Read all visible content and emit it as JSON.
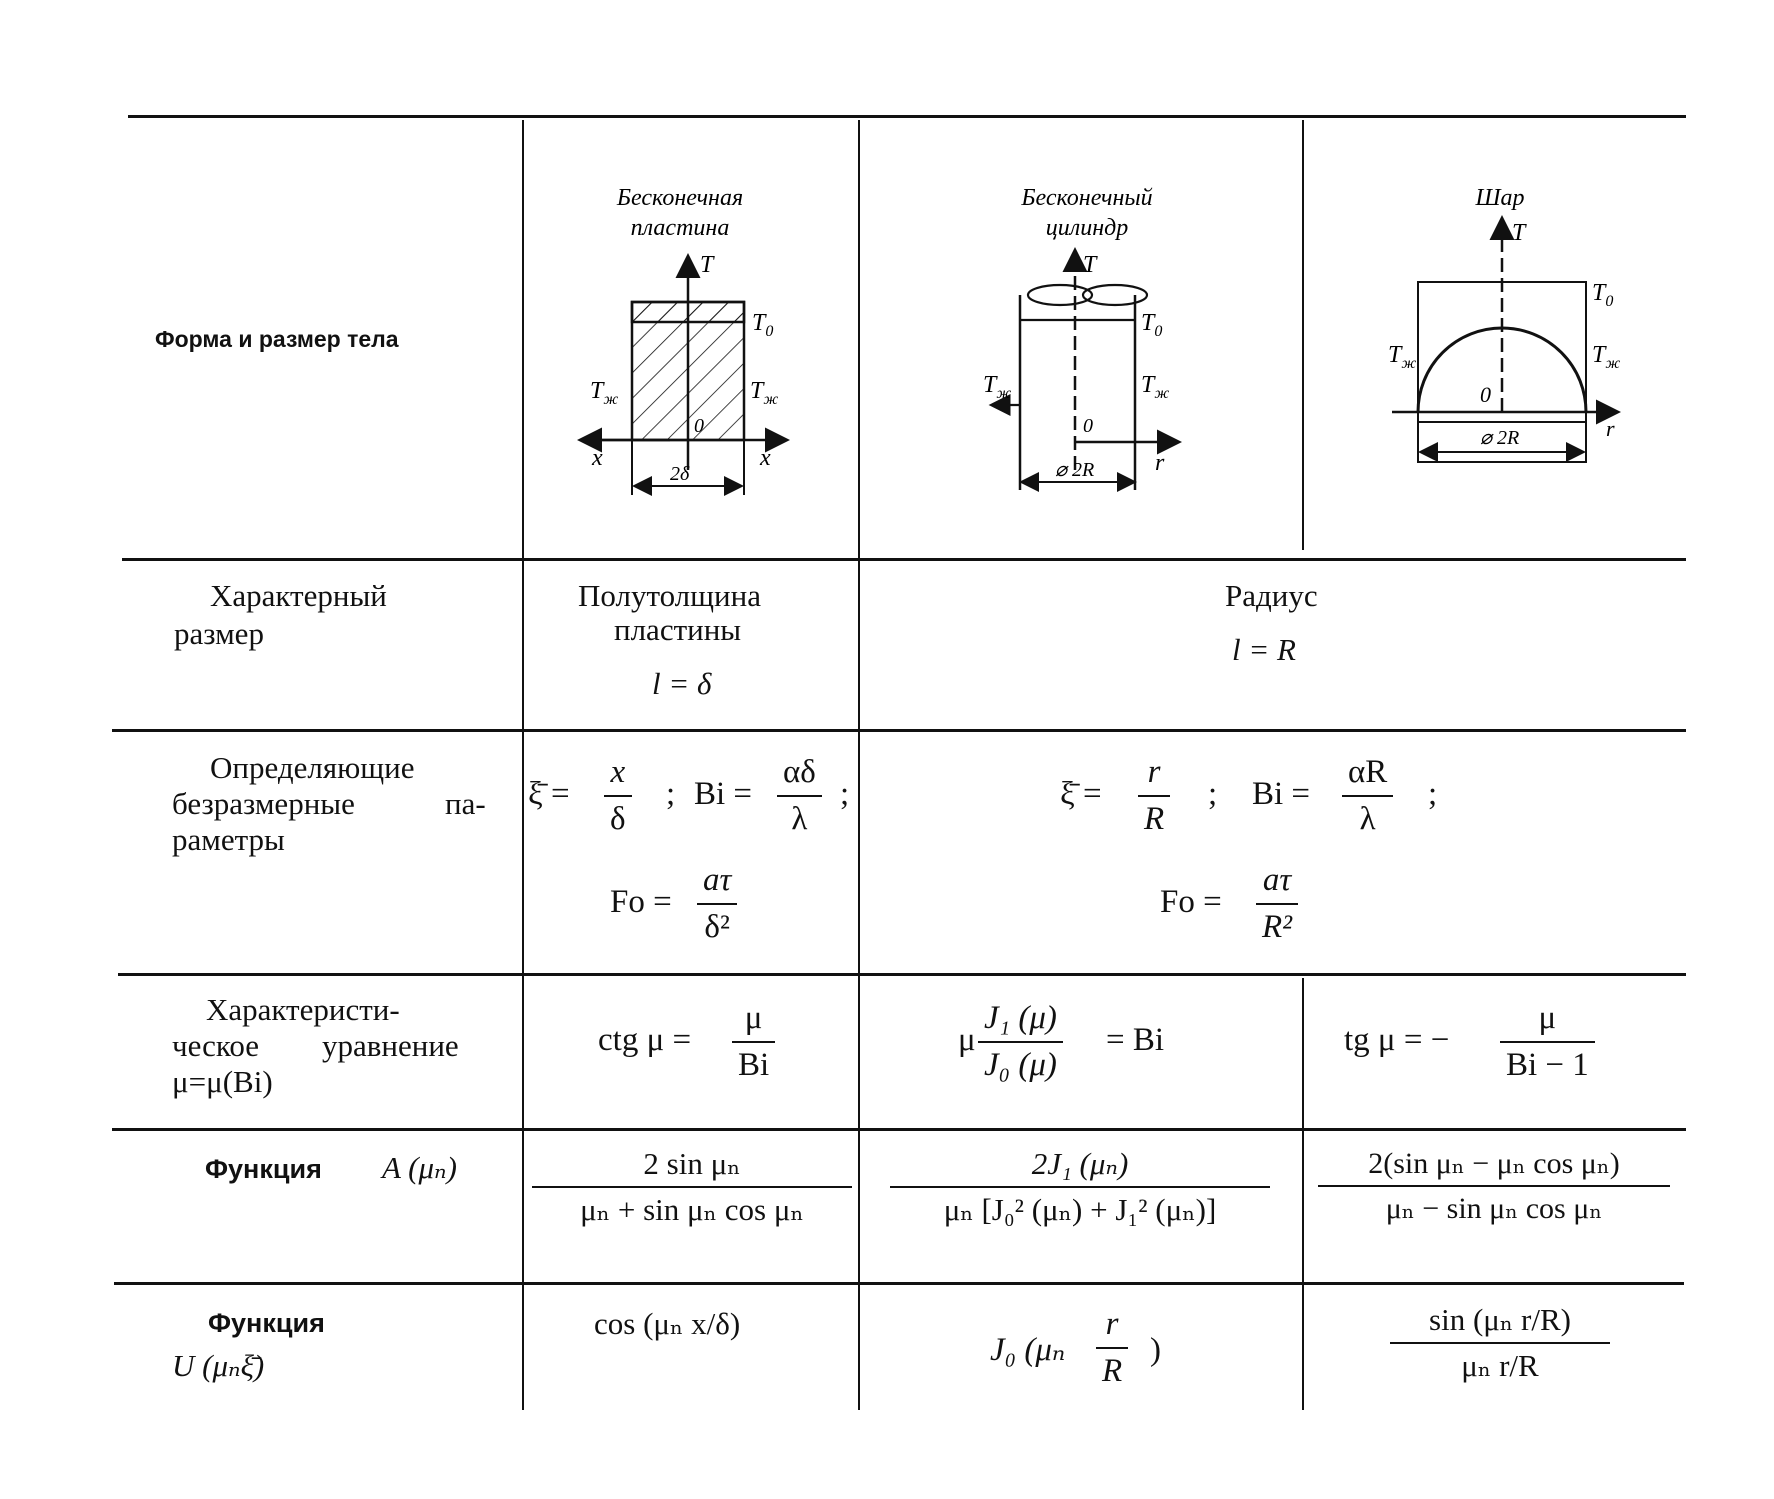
{
  "rows": {
    "shape": {
      "label": "Форма и размер тела",
      "slab": {
        "title1": "Бесконечная",
        "title2": "пластина",
        "T": "T",
        "T0": "T",
        "T0sub": "0",
        "Tzh": "T",
        "Tzhsub": "ж",
        "O": "0",
        "x": "x",
        "dim": "2δ"
      },
      "cylinder": {
        "title1": "Бесконечный",
        "title2": "цилиндр",
        "T": "T",
        "T0": "T",
        "T0sub": "0",
        "Tzh": "T",
        "Tzhsub": "ж",
        "O": "0",
        "r": "r",
        "dim": "⌀ 2R"
      },
      "sphere": {
        "title1": "Шар",
        "T": "T",
        "T0": "T",
        "T0sub": "0",
        "Tzh": "T",
        "Tzhsub": "ж",
        "O": "0",
        "r": "r",
        "dim": "⌀ 2R"
      }
    },
    "char_size": {
      "label1": "Характерный",
      "label2": "размер",
      "slab1": "Полутолщина",
      "slab2": "пластины",
      "slab_eq": "l = δ",
      "radius": "Радиус",
      "radius_eq": "l = R"
    },
    "params": {
      "label1": "Определяющие",
      "label2a": "безразмерные",
      "label2b": "па-",
      "label3": "раметры",
      "xi": "ξ̄ =",
      "slab_xi_num": "x",
      "slab_xi_den": "δ",
      "semi": ";",
      "bi": "Bi =",
      "slab_bi_num": "αδ",
      "slab_bi_den": "λ",
      "fo": "Fo =",
      "at": "aτ",
      "slab_fo_den": "δ²",
      "rad_xi_num": "r",
      "rad_xi_den": "R",
      "rad_bi_num": "αR",
      "rad_bi_den": "λ",
      "rad_fo_den": "R²"
    },
    "char_eq": {
      "label1": "Характеристи-",
      "label2a": "ческое",
      "label2b": "уравнение",
      "label3": "μ=μ(Bi)",
      "slab_lhs": "ctg μ =",
      "slab_num": "μ",
      "slab_den": "Bi",
      "cyl_mu": "μ",
      "cyl_num": "J₁ (μ)",
      "cyl_den": "J₀ (μ)",
      "cyl_rhs": "= Bi",
      "sph_lhs": "tg μ = −",
      "sph_num": "μ",
      "sph_den": "Bi − 1"
    },
    "func_a": {
      "label": "Функция",
      "label_arg": "A (μₙ)",
      "slab_num": "2 sin μₙ",
      "slab_den": "μₙ + sin μₙ cos μₙ",
      "cyl_num": "2J₁ (μₙ)",
      "cyl_den": "μₙ [J₀² (μₙ) + J₁² (μₙ)]",
      "sph_num": "2(sin μₙ − μₙ cos μₙ)",
      "sph_den": "μₙ − sin μₙ cos μₙ"
    },
    "func_u": {
      "label": "Функция",
      "label_arg": "U (μₙξ̄)",
      "slab": "cos (μₙ x/δ)",
      "cyl_pre": "J₀ (μₙ",
      "cyl_num": "r",
      "cyl_den": "R",
      "cyl_post": ")",
      "sph_num": "sin (μₙ r/R)",
      "sph_den": "μₙ r/R"
    }
  }
}
